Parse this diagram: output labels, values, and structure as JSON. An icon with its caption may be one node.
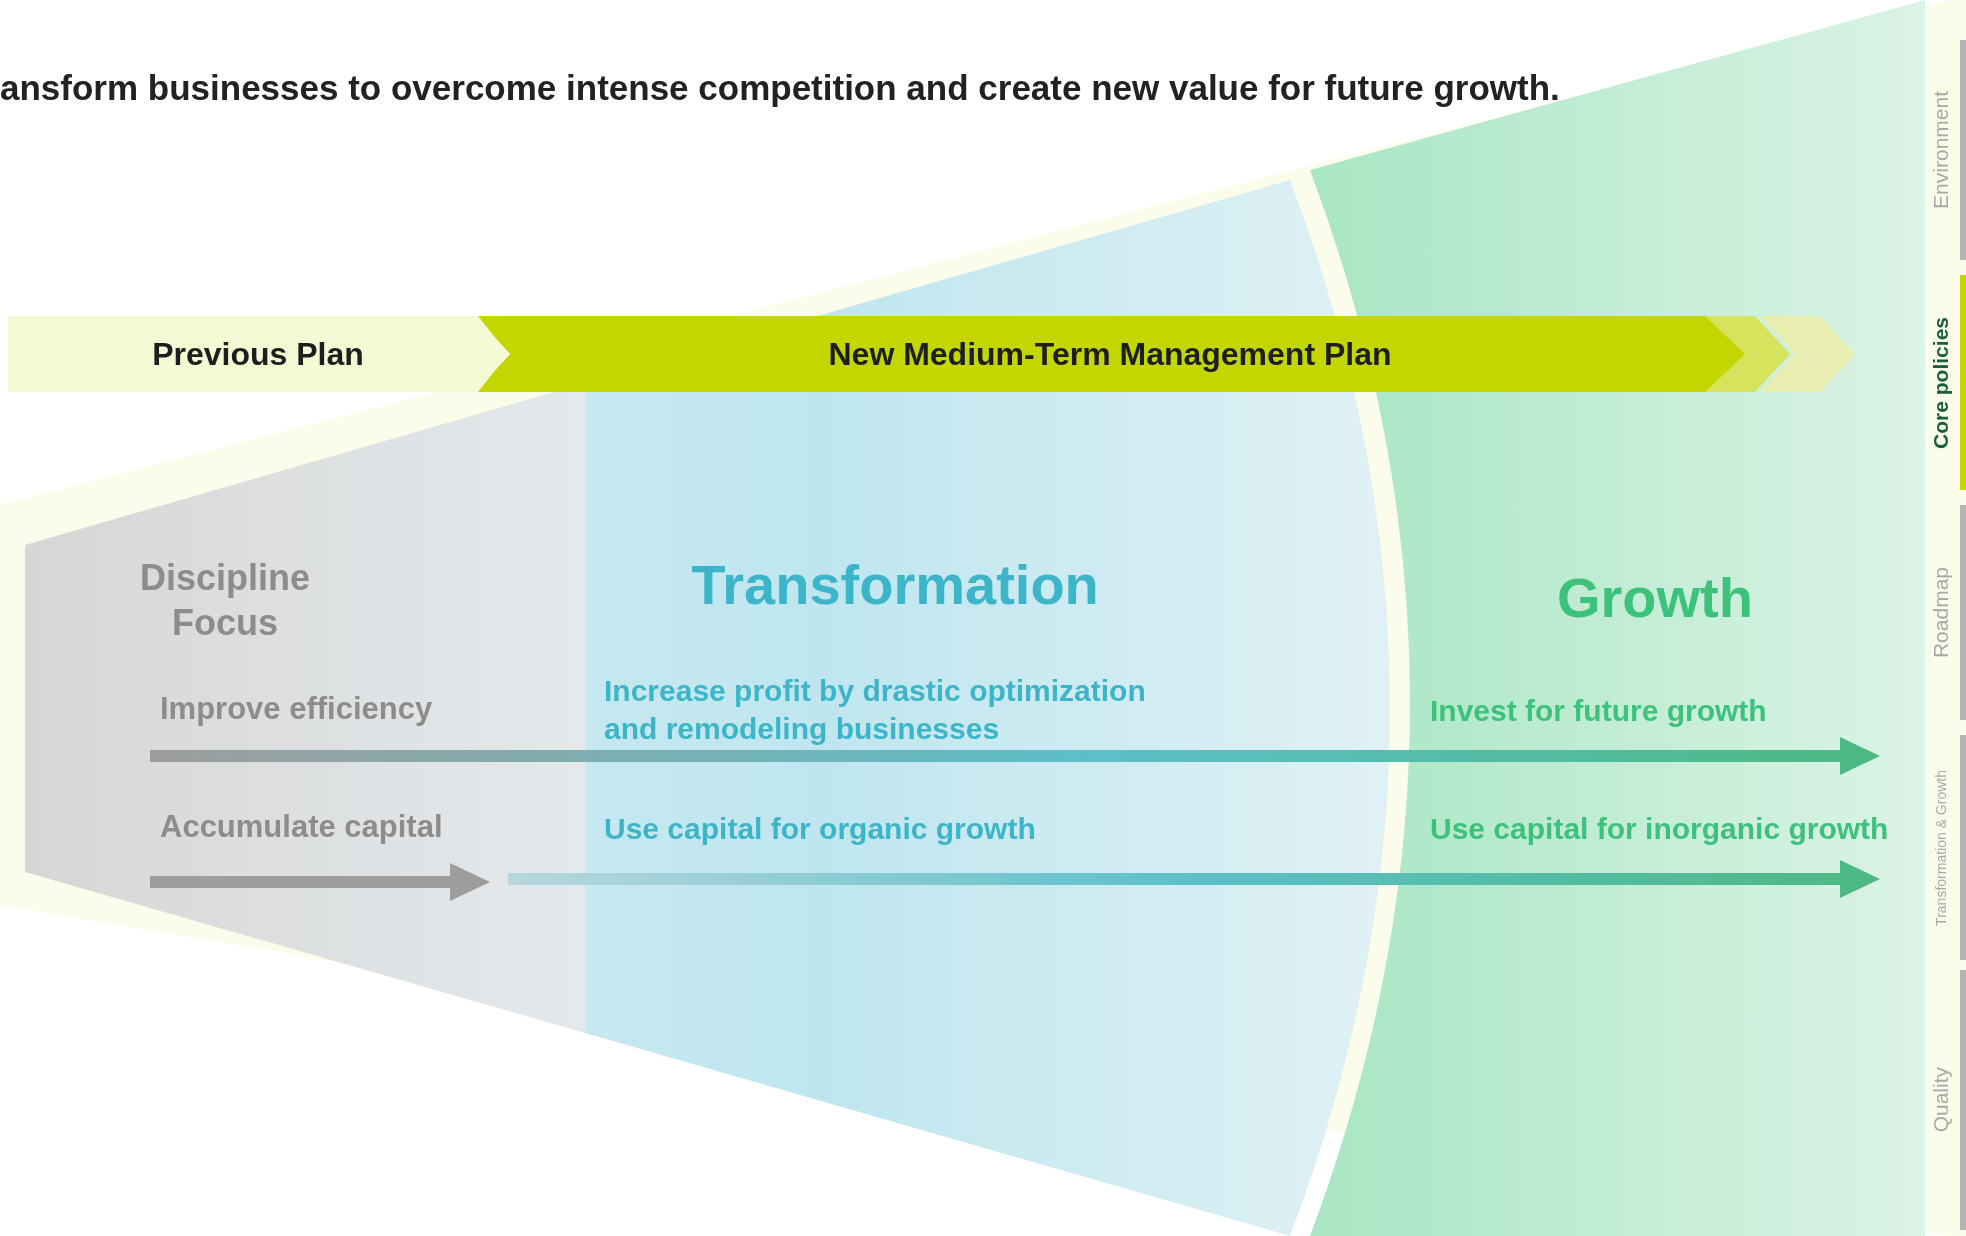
{
  "diagram": {
    "title": "ansform businesses to overcome intense competition and create new value for future growth.",
    "nodes": [
      {
        "text": [
          "Previous Plan"
        ]
      },
      {
        "text": [
          "New Medium-Term Management Plan"
        ]
      },
      {
        "text": [
          "Discipline Focus",
          "Improve efficiency",
          "Accumulate capital"
        ]
      },
      {
        "text": [
          "Transformation",
          "Increase profit by drastic optimization and remodeling businesses",
          "Use capital for organic growth"
        ]
      },
      {
        "text": [
          "Growth",
          "Invest for future growth",
          "Use capital for inorganic growth"
        ]
      }
    ],
    "labels": [
      "Environment",
      "Core policies",
      "Roadmap",
      "Transformation & Growth",
      "Quality"
    ]
  }
}
